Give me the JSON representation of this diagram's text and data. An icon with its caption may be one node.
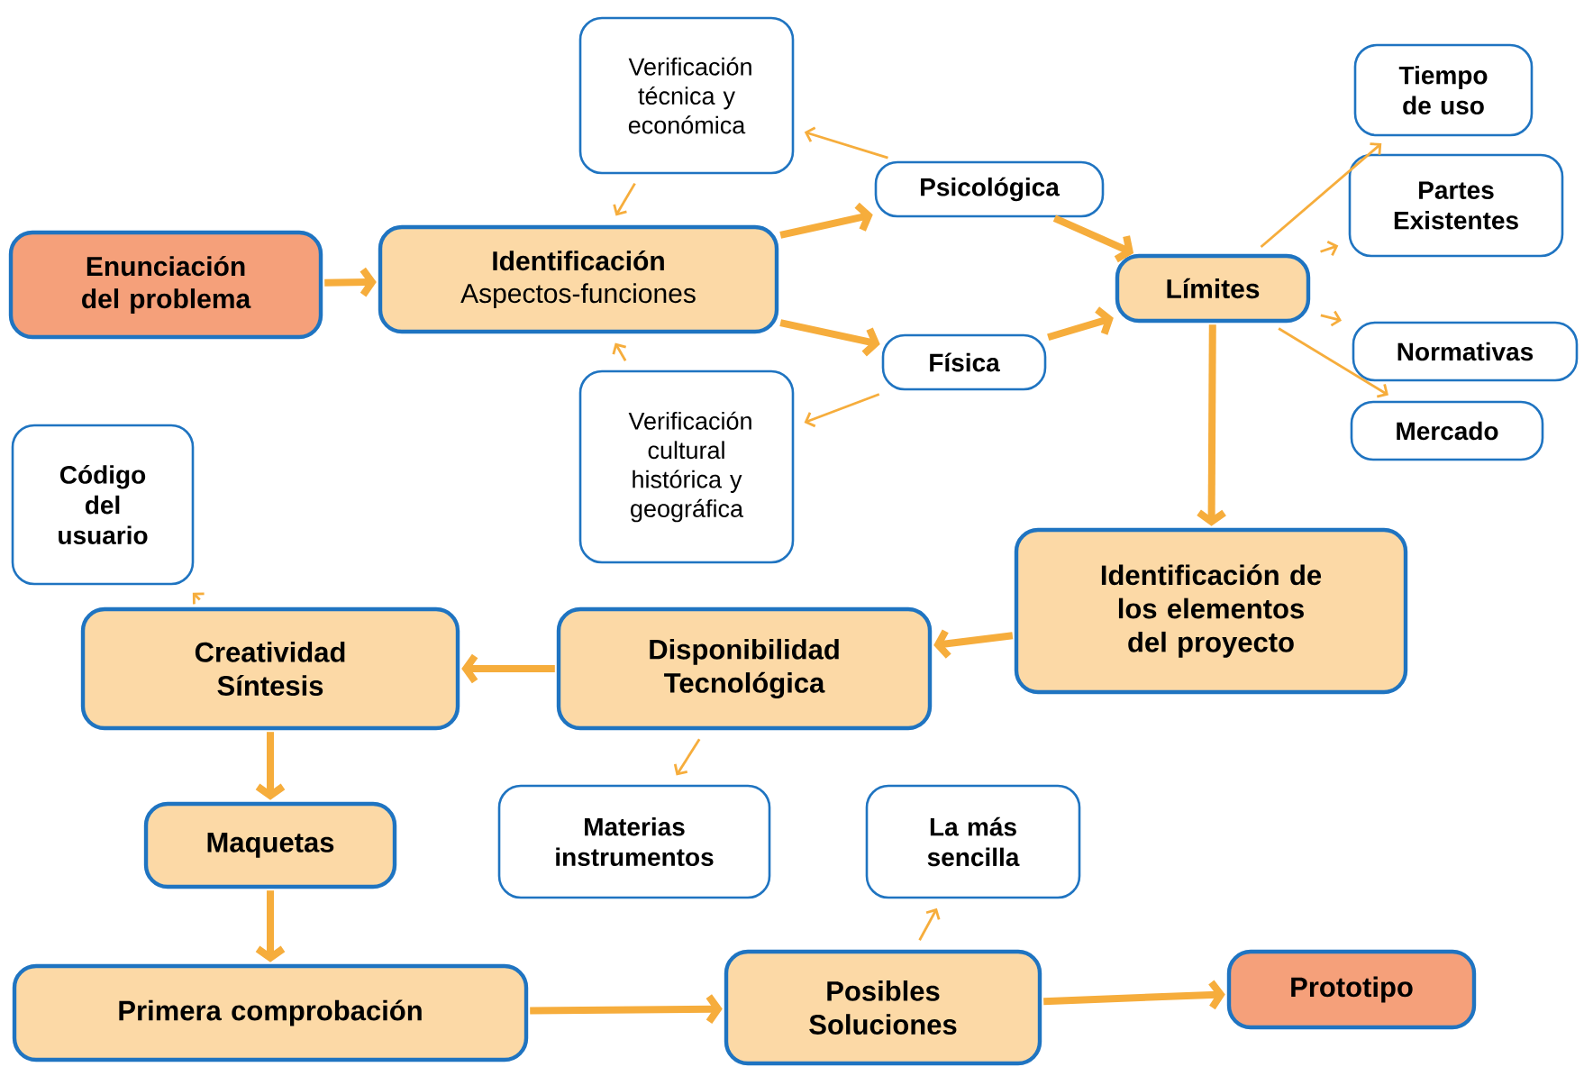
{
  "diagram": {
    "nodes": [
      {
        "text": [
          "Enunciación del problema"
        ]
      },
      {
        "text": [
          "Identificación",
          "Aspectos-funciones"
        ]
      },
      {
        "text": [
          "Verificación técnica y económica"
        ]
      },
      {
        "text": [
          "Psicológica"
        ]
      },
      {
        "text": [
          "Verificación cultural histórica y geográfica"
        ]
      },
      {
        "text": [
          "Física"
        ]
      },
      {
        "text": [
          "Límites"
        ]
      },
      {
        "text": [
          "Tiempo de uso"
        ]
      },
      {
        "text": [
          "Partes Existentes"
        ]
      },
      {
        "text": [
          "Normativas"
        ]
      },
      {
        "text": [
          "Mercado"
        ]
      },
      {
        "text": [
          "Identificación de los elementos del proyecto"
        ]
      },
      {
        "text": [
          "Disponibilidad Tecnológica"
        ]
      },
      {
        "text": [
          "Creatividad Síntesis"
        ]
      },
      {
        "text": [
          "Código del usuario"
        ]
      },
      {
        "text": [
          "Materias instrumentos"
        ]
      },
      {
        "text": [
          "Maquetas"
        ]
      },
      {
        "text": [
          "Primera comprobación"
        ]
      },
      {
        "text": [
          "La más sencilla"
        ]
      },
      {
        "text": [
          "Posibles Soluciones"
        ]
      },
      {
        "text": [
          "Prototipo"
        ]
      }
    ],
    "edges": [
      {
        "from": 0,
        "to": 1,
        "arrow": "to"
      },
      {
        "from": 1,
        "to": 3,
        "arrow": "to"
      },
      {
        "from": 1,
        "to": 5,
        "arrow": "to"
      },
      {
        "from": 3,
        "to": 2,
        "arrow": "to"
      },
      {
        "from": 2,
        "to": 1,
        "arrow": "to"
      },
      {
        "from": 5,
        "to": 4,
        "arrow": "to"
      },
      {
        "from": 4,
        "to": 1,
        "arrow": "to"
      },
      {
        "from": 3,
        "to": 6,
        "arrow": "to"
      },
      {
        "from": 5,
        "to": 6,
        "arrow": "to"
      },
      {
        "from": 6,
        "to": 7,
        "arrow": "to"
      },
      {
        "from": 6,
        "to": 8,
        "arrow": "to"
      },
      {
        "from": 6,
        "to": 9,
        "arrow": "to"
      },
      {
        "from": 6,
        "to": 10,
        "arrow": "to"
      },
      {
        "from": 6,
        "to": 11,
        "arrow": "to"
      },
      {
        "from": 11,
        "to": 12,
        "arrow": "to"
      },
      {
        "from": 12,
        "to": 13,
        "arrow": "to"
      },
      {
        "from": 12,
        "to": 15,
        "arrow": "to"
      },
      {
        "from": 13,
        "to": 14,
        "arrow": "to"
      },
      {
        "from": 13,
        "to": 16,
        "arrow": "to"
      },
      {
        "from": 16,
        "to": 17,
        "arrow": "to"
      },
      {
        "from": 17,
        "to": 19,
        "arrow": "to"
      },
      {
        "from": 19,
        "to": 18,
        "arrow": "to"
      },
      {
        "from": 19,
        "to": 20,
        "arrow": "to"
      }
    ]
  }
}
